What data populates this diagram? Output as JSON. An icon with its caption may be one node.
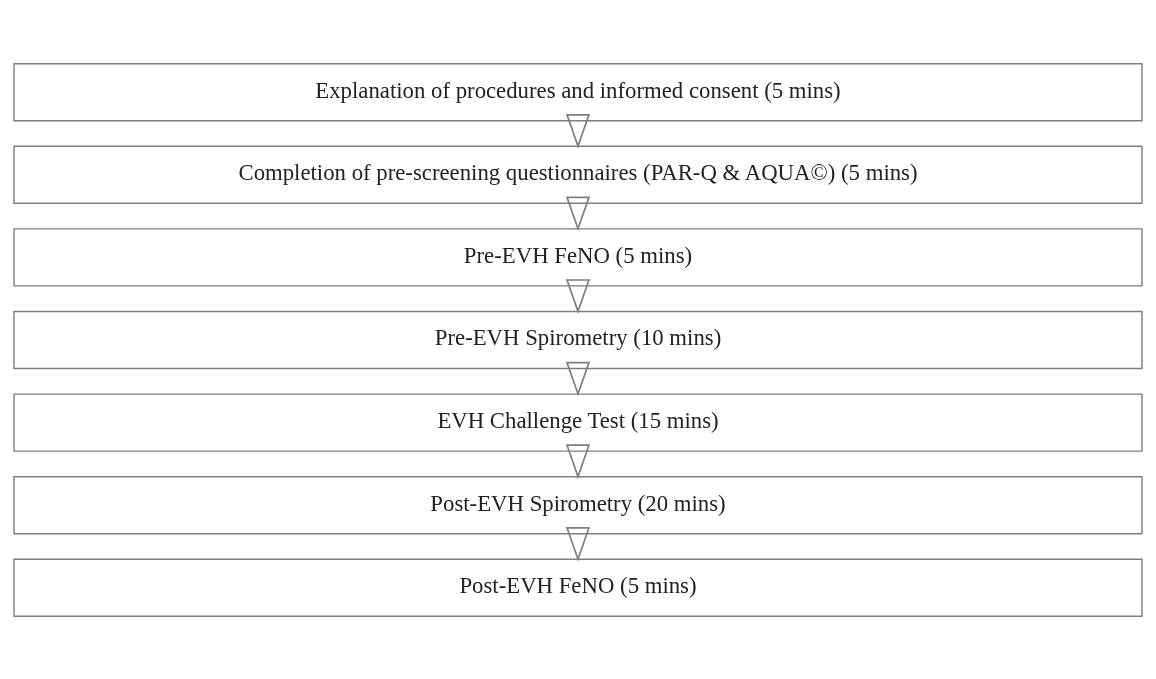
{
  "diagram": {
    "nodes": [
      {
        "text": [
          "Explanation of procedures and informed consent (5 mins)"
        ]
      },
      {
        "text": [
          "Completion of pre-screening questionnaires (PAR-Q & AQUA©) (5 mins)"
        ]
      },
      {
        "text": [
          "Pre-EVH FeNO (5 mins)"
        ]
      },
      {
        "text": [
          "Pre-EVH Spirometry (10 mins)"
        ]
      },
      {
        "text": [
          "EVH Challenge Test (15 mins)"
        ]
      },
      {
        "text": [
          "Post-EVH Spirometry (20 mins)"
        ]
      },
      {
        "text": [
          "Post-EVH FeNO (5 mins)"
        ]
      }
    ],
    "edges": [
      {
        "from": 0,
        "to": 1,
        "arrow": "to"
      },
      {
        "from": 1,
        "to": 2,
        "arrow": "to"
      },
      {
        "from": 2,
        "to": 3,
        "arrow": "to"
      },
      {
        "from": 3,
        "to": 4,
        "arrow": "to"
      },
      {
        "from": 4,
        "to": 5,
        "arrow": "to"
      },
      {
        "from": 5,
        "to": 6,
        "arrow": "to"
      }
    ]
  }
}
